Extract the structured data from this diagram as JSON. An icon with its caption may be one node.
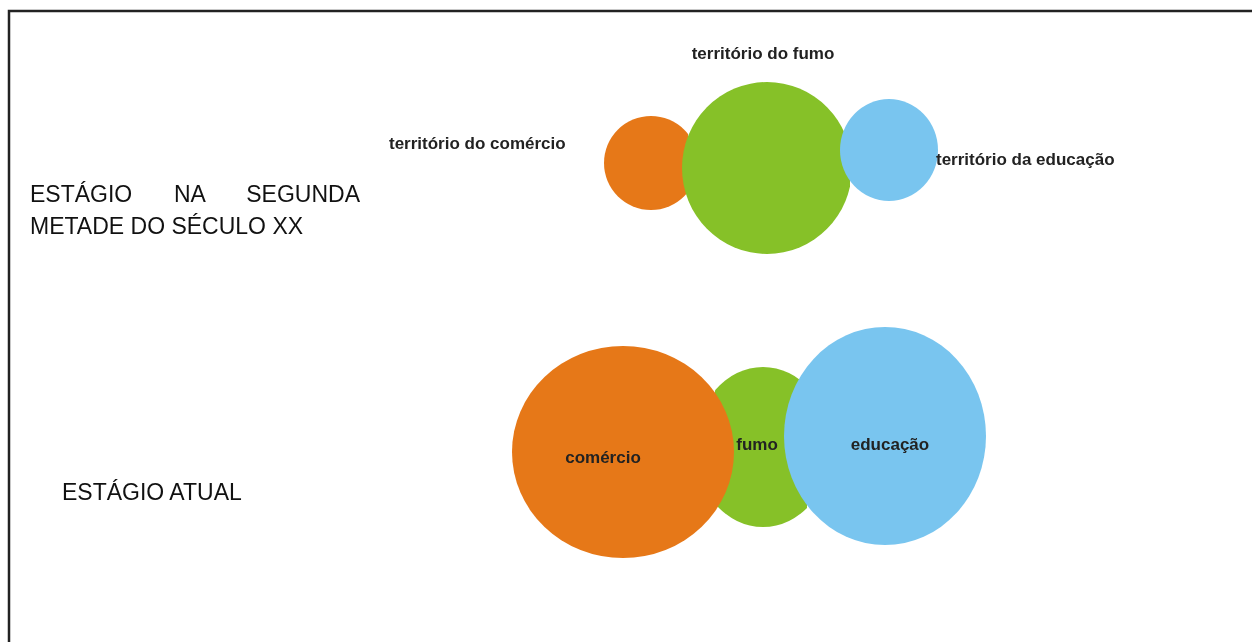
{
  "diagram": {
    "nodes": [
      {
        "text": [],
        "shape": "circle",
        "beside": [
          "território do comércio"
        ]
      },
      {
        "text": [],
        "shape": "circle",
        "beside": [
          "território do fumo"
        ]
      },
      {
        "text": [],
        "shape": "circle",
        "beside": [
          "território da educação"
        ]
      },
      {
        "text": [
          "comércio"
        ]
      },
      {
        "text": [
          "fumo"
        ]
      },
      {
        "text": [
          "educação"
        ]
      }
    ],
    "labels": [
      "ESTÁGIO NA SEGUNDA METADE DO SÉCULO XX",
      "ESTÁGIO ATUAL"
    ]
  }
}
